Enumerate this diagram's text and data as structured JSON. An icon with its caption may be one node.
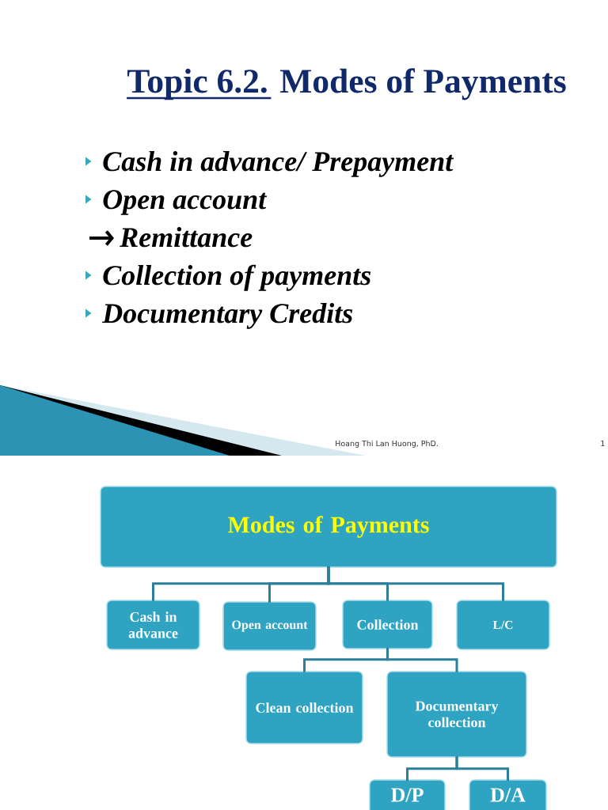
{
  "diagram": {
    "title": "Topic 6.2. Modes of Payments",
    "nodes": [
      {
        "text": [
          "Modes of Payments"
        ]
      },
      {
        "text": [
          "Cash in advance"
        ]
      },
      {
        "text": [
          "Open account"
        ]
      },
      {
        "text": [
          "Collection"
        ]
      },
      {
        "text": [
          "L/C"
        ]
      },
      {
        "text": [
          "Clean collection"
        ]
      },
      {
        "text": [
          "Documentary collection"
        ]
      },
      {
        "text": [
          "D/P"
        ]
      },
      {
        "text": [
          "D/A"
        ]
      }
    ],
    "edges": [
      {
        "from": 0,
        "to": 1,
        "arrow": "none"
      },
      {
        "from": 0,
        "to": 2,
        "arrow": "none"
      },
      {
        "from": 0,
        "to": 3,
        "arrow": "none"
      },
      {
        "from": 0,
        "to": 4,
        "arrow": "none"
      },
      {
        "from": 3,
        "to": 5,
        "arrow": "none"
      },
      {
        "from": 3,
        "to": 6,
        "arrow": "none"
      },
      {
        "from": 6,
        "to": 7,
        "arrow": "none"
      },
      {
        "from": 6,
        "to": 8,
        "arrow": "none"
      }
    ],
    "labels": [
      "Cash in advance/ Prepayment",
      "Open account",
      "Remittance",
      "Collection of payments",
      "Documentary Credits",
      "Hoang Thi Lan Huong, PhD.",
      "1"
    ]
  }
}
